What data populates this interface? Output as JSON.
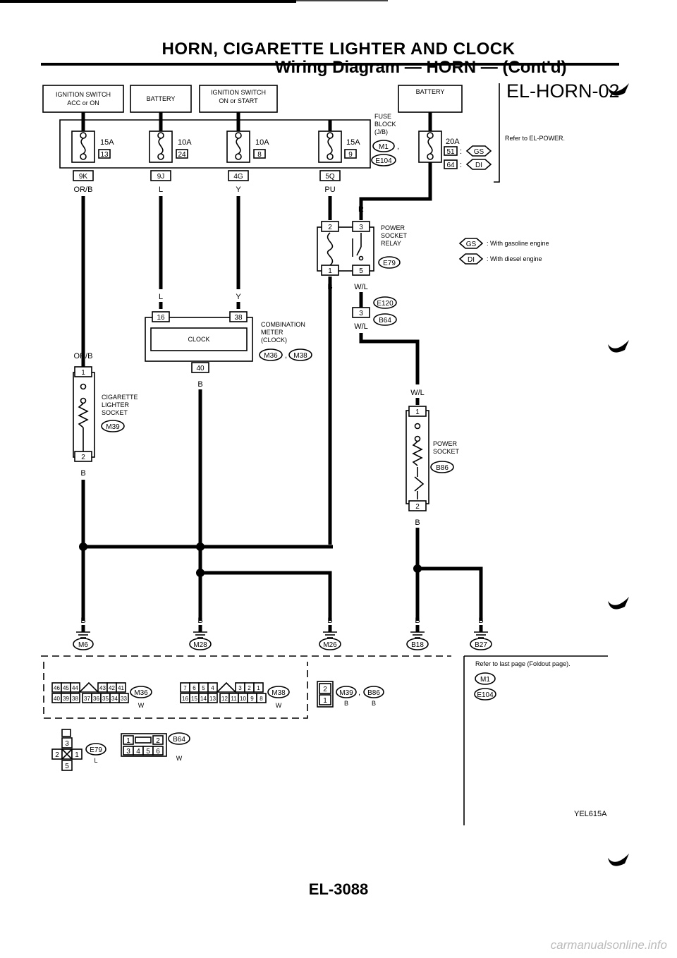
{
  "header": {
    "title": "HORN, CIGARETTE LIGHTER AND CLOCK",
    "subtitle": "Wiring Diagram — HORN — (Cont'd)",
    "code": "EL-HORN-02"
  },
  "power_sources": [
    {
      "line1": "IGNITION SWITCH",
      "line2": "ACC or ON"
    },
    {
      "line1": "BATTERY",
      "line2": ""
    },
    {
      "line1": "IGNITION SWITCH",
      "line2": "ON or START"
    },
    {
      "line1": "BATTERY",
      "line2": ""
    }
  ],
  "fuses": [
    {
      "rating": "15A",
      "number": "13",
      "connector": "9K",
      "wire": "OR/B"
    },
    {
      "rating": "10A",
      "number": "24",
      "connector": "9J",
      "wire": "L"
    },
    {
      "rating": "10A",
      "number": "8",
      "connector": "4G",
      "wire": "Y"
    },
    {
      "rating": "15A",
      "number": "9",
      "connector": "5Q",
      "wire": "PU"
    },
    {
      "rating": "20A",
      "number": "51",
      "number2": "64",
      "conn1": "GS",
      "conn2": "DI"
    }
  ],
  "fuse_block": {
    "line1": "FUSE",
    "line2": "BLOCK",
    "line3": "(J/B)",
    "conn1": "M1",
    "conn2": "E104"
  },
  "refer_power": "Refer to EL-POWER.",
  "legend": [
    {
      "code": "GS",
      "text": ": With gasoline engine"
    },
    {
      "code": "DI",
      "text": ": With diesel engine"
    }
  ],
  "relay": {
    "line1": "POWER",
    "line2": "SOCKET",
    "line3": "RELAY",
    "conn": "E79",
    "pins": [
      "2",
      "3",
      "1",
      "5"
    ],
    "wire_in": "R",
    "wire_out1": "B",
    "wire_out2": "W/L"
  },
  "joint": {
    "pin": "3",
    "conn1": "E120",
    "conn2": "B64",
    "wire": "W/L"
  },
  "clock": {
    "label": "CLOCK",
    "line1": "COMBINATION",
    "line2": "METER",
    "line3": "(CLOCK)",
    "conn1": "M36",
    "conn2": "M38",
    "pins": [
      "16",
      "38",
      "40"
    ],
    "wire_l": "L",
    "wire_y": "Y",
    "wire_b": "B"
  },
  "lighter": {
    "line1": "CIGARETTE",
    "line2": "LIGHTER",
    "line3": "SOCKET",
    "conn": "M39",
    "pins": [
      "1",
      "2"
    ],
    "wire_in": "OR/B",
    "wire_out": "B"
  },
  "socket": {
    "line1": "POWER",
    "line2": "SOCKET",
    "conn": "B86",
    "pins": [
      "1",
      "2"
    ],
    "wire_in": "W/L",
    "wire_out": "B"
  },
  "grounds": [
    {
      "wire": "B",
      "conn": "M6"
    },
    {
      "wire": "B",
      "conn": "M28"
    },
    {
      "wire": "B",
      "conn": "M26"
    },
    {
      "wire": "B",
      "conn": "B18"
    },
    {
      "wire": "B",
      "conn": "B27"
    }
  ],
  "connectors": {
    "m36": {
      "row1": [
        "46",
        "45",
        "44",
        "43",
        "42",
        "41"
      ],
      "row2": [
        "40",
        "39",
        "38",
        "37",
        "36",
        "35",
        "34",
        "33"
      ],
      "code": "M36",
      "color": "W"
    },
    "m38": {
      "row1": [
        "7",
        "6",
        "5",
        "4",
        "3",
        "2",
        "1"
      ],
      "row2": [
        "16",
        "15",
        "14",
        "13",
        "12",
        "11",
        "10",
        "9",
        "8"
      ],
      "code": "M38",
      "color": "W"
    },
    "m39": {
      "pins": [
        "2",
        "1"
      ],
      "code1": "M39",
      "code2": "B86",
      "color1": "B",
      "color2": "B"
    },
    "e79": {
      "pins": [
        "3",
        "2",
        "1",
        "5"
      ],
      "code": "E79",
      "color": "L"
    },
    "b64": {
      "row1": [
        "1",
        "2"
      ],
      "row2": [
        "3",
        "4",
        "5",
        "6"
      ],
      "code": "B64",
      "color": "W"
    }
  },
  "refer_last": {
    "text": "Refer to last page (Foldout page).",
    "conn1": "M1",
    "conn2": "E104"
  },
  "figure_id": "YEL615A",
  "page_number": "EL-3088",
  "watermark": "carmanualsonline.info"
}
